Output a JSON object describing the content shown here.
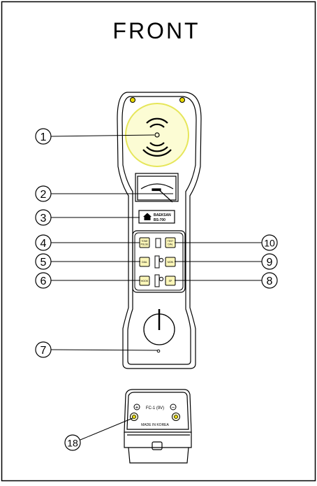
{
  "title": "FRONT",
  "brand": {
    "name": "BAEKSAN",
    "model": "BS-700"
  },
  "buttons": {
    "tone_pulse": [
      "TONE",
      "PULSE"
    ],
    "test_dial": [
      "TEST",
      "DIAL"
    ],
    "dial": "DIAL",
    "mon": "MON",
    "hook": "HOOK",
    "sp": "SP"
  },
  "battery": {
    "label": "FC-1 (9V)",
    "plus": "+",
    "minus": "−",
    "origin": "MADE IN KOREA"
  },
  "callouts": [
    "1",
    "2",
    "3",
    "4",
    "5",
    "6",
    "7",
    "8",
    "9",
    "10",
    "18"
  ],
  "colors": {
    "line": "#000000",
    "speaker_fill": "#fcfcd4",
    "speaker_ring": "#e6e65a",
    "screw": "#e8d800",
    "button_fill": "#fbf6b8",
    "panel": "#ffffff"
  }
}
